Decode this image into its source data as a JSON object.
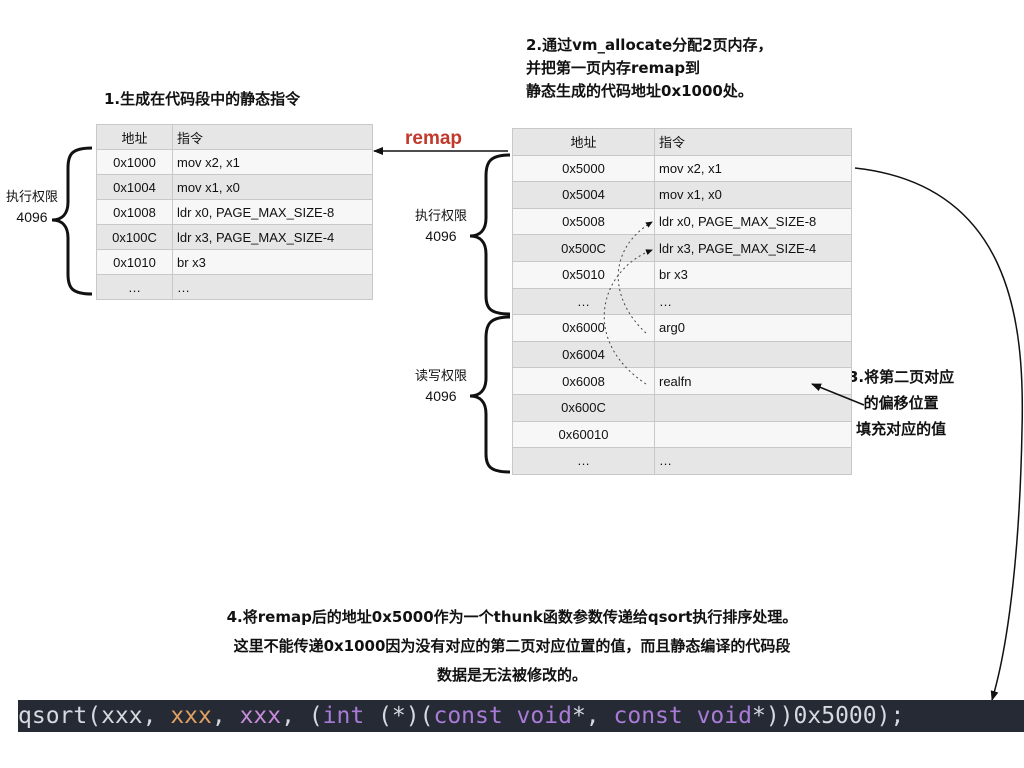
{
  "titles": {
    "step1": "1.生成在代码段中的静态指令",
    "step2": [
      "2.通过vm_allocate分配2页内存，",
      "并把第一页内存remap到",
      "静态生成的代码地址0x1000处。"
    ],
    "step3": [
      "3.将第二页对应",
      "的偏移位置",
      "填充对应的值"
    ],
    "step4": [
      "4.将remap后的地址0x5000作为一个thunk函数参数传递给qsort执行排序处理。",
      "这里不能传递0x1000因为没有对应的第二页对应位置的值，而且静态编译的代码段",
      "数据是无法被修改的。"
    ]
  },
  "remap_label": "remap",
  "table1": {
    "headers": [
      "地址",
      "指令"
    ],
    "rows": [
      [
        "0x1000",
        " mov x2, x1"
      ],
      [
        "0x1004",
        "mov x1, x0"
      ],
      [
        "0x1008",
        "ldr x0, PAGE_MAX_SIZE-8"
      ],
      [
        "0x100C",
        "ldr x3, PAGE_MAX_SIZE-4"
      ],
      [
        "0x1010",
        "br x3"
      ],
      [
        "…",
        "…"
      ]
    ],
    "perm": {
      "label": "执行权限",
      "size": "4096"
    }
  },
  "table2": {
    "headers": [
      "地址",
      "指令"
    ],
    "rows": [
      [
        "0x5000",
        "mov x2, x1"
      ],
      [
        "0x5004",
        "mov x1, x0"
      ],
      [
        "0x5008",
        "ldr x0, PAGE_MAX_SIZE-8"
      ],
      [
        "0x500C",
        "ldr x3, PAGE_MAX_SIZE-4"
      ],
      [
        "0x5010",
        "br x3"
      ],
      [
        "…",
        "…"
      ],
      [
        "0x6000",
        "arg0"
      ],
      [
        "0x6004",
        ""
      ],
      [
        "0x6008",
        "realfn"
      ],
      [
        "0x600C",
        ""
      ],
      [
        "0x60010",
        ""
      ],
      [
        "…",
        "…"
      ]
    ],
    "perm_exec": {
      "label": "执行权限",
      "size": "4096"
    },
    "perm_rw": {
      "label": "读写权限",
      "size": "4096"
    }
  },
  "code": {
    "p1": "qsort(xxx, ",
    "p2": "xxx",
    "p3": ", ",
    "p4": "xxx",
    "p5": ", (",
    "p6": "int",
    "p7": " (*)(",
    "p8": "const void",
    "p9": "*, ",
    "p10": "const void",
    "p11": "*))0x5000);"
  },
  "colors": {
    "remap": "#c0392b",
    "code_bg": "#252a35",
    "code_text": "#d6d9df",
    "code_orange": "#e0a162",
    "code_purple": "#c98bd9"
  }
}
